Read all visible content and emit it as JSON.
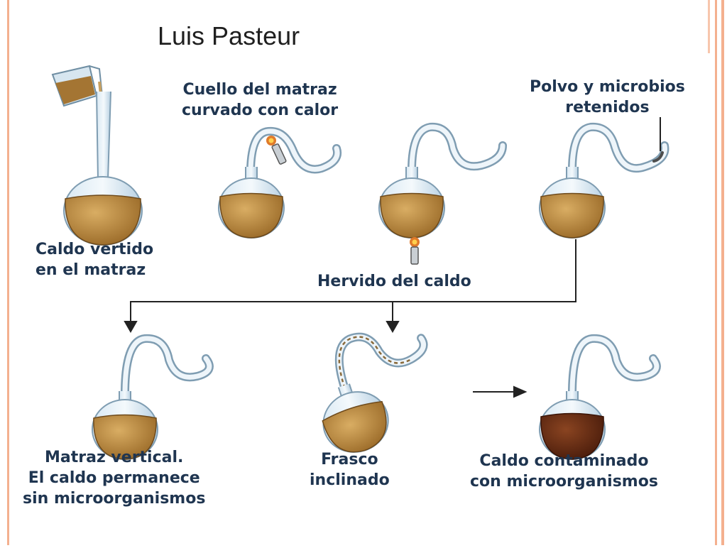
{
  "slide": {
    "title": "Luis Pasteur"
  },
  "diagram": {
    "labels": {
      "poured_1": "Caldo vertido",
      "poured_2": "en el matraz",
      "neck_1": "Cuello del matraz",
      "neck_2": "curvado con calor",
      "dust_1": "Polvo y microbios",
      "dust_2": "retenidos",
      "boiled": "Hervido del caldo",
      "vertical_1": "Matraz vertical.",
      "vertical_2": "El caldo permanece",
      "vertical_3": "sin microorganismos",
      "tilted_1": "Frasco",
      "tilted_2": "inclinado",
      "contaminated_1": "Caldo contaminado",
      "contaminated_2": "con microorganismos"
    }
  },
  "colors": {
    "frame": "#f4b08f",
    "label_text": "#1f3550",
    "broth": "#b8893f",
    "broth_contaminated": "#6a2f16",
    "glass": "#a9c7dd"
  }
}
